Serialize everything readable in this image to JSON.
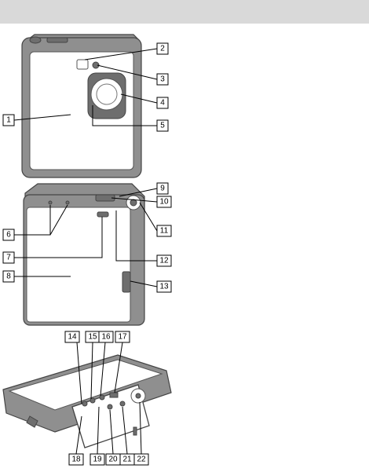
{
  "callouts": {
    "front": [
      "1",
      "2",
      "3",
      "4",
      "5"
    ],
    "top_back": [
      "6",
      "7",
      "8",
      "9",
      "10",
      "11",
      "12",
      "13"
    ],
    "bottom": [
      "14",
      "15",
      "16",
      "17",
      "18",
      "19",
      "20",
      "21",
      "22"
    ]
  }
}
